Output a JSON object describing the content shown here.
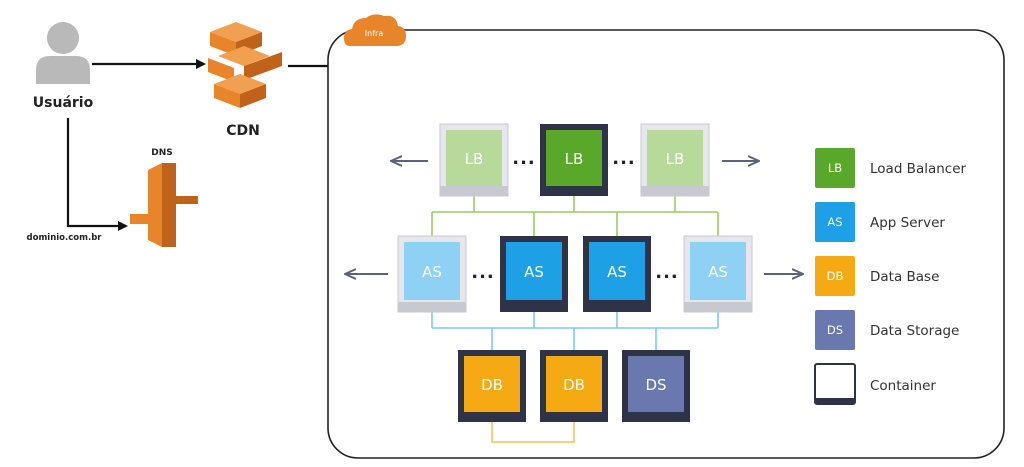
{
  "labels": {
    "user": "Usuário",
    "cdn": "CDN",
    "dns": "DNS",
    "domain": "dominio.com.br",
    "infra": "Infra"
  },
  "nodes": {
    "lb": "LB",
    "as": "AS",
    "db": "DB",
    "ds": "DS"
  },
  "ellipsis": "...",
  "legend": [
    {
      "abbr": "LB",
      "label": "Load Balancer",
      "color": "#5aa82a"
    },
    {
      "abbr": "AS",
      "label": "App Server",
      "color": "#1da0e6"
    },
    {
      "abbr": "DB",
      "label": "Data Base",
      "color": "#f5aa14"
    },
    {
      "abbr": "DS",
      "label": "Data Storage",
      "color": "#6a78b0"
    },
    {
      "abbr": "",
      "label": "Container",
      "color": "#ffffff"
    }
  ],
  "colors": {
    "lb_active": "#5aa82a",
    "lb_faded": "#b7d99a",
    "as_active": "#1da0e6",
    "as_faded": "#8fd1f5",
    "db": "#f5aa14",
    "ds": "#6a78b0",
    "aws_orange": "#e8842a",
    "aws_orange_dark": "#c0621a",
    "container_dark": "#2f3347",
    "container_light": "#e6e7ec",
    "line_green": "#9ccc65",
    "line_blue": "#7fcaf0",
    "line_yellow": "#f5c25a",
    "arrow_gray": "#5c6478"
  }
}
